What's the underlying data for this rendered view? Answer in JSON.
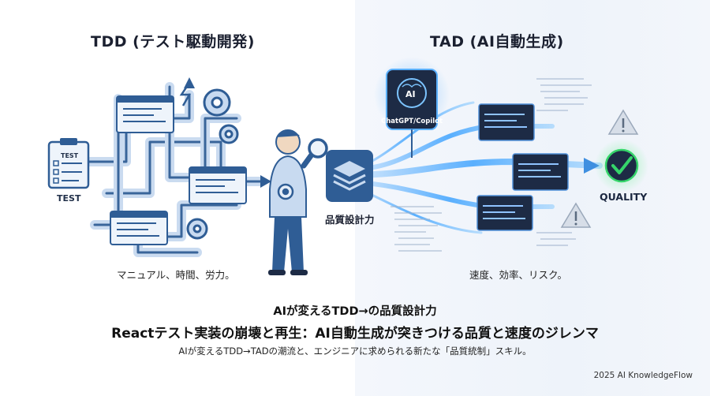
{
  "left": {
    "heading": "TDD (テスト駆動開発)",
    "caption": "マニュアル、時間、労力。",
    "checklist_label": "TEST",
    "checklist_badge": "TEST"
  },
  "right": {
    "heading": "TAD  (AI自動生成)",
    "caption": "速度、効率、リスク。",
    "chip_text": "AI",
    "chip_label": "ChatGPT/Copilot",
    "quality_label": "QUALITY"
  },
  "center": {
    "skill_label": "品質設計力"
  },
  "footer": {
    "line1": "AIが変えるTDD→の品質設計力",
    "line2": "Reactテスト実装の崩壊と再生：AI自動生成が突きつける品質と速度のジレンマ",
    "line3": "AIが変えるTDD→TADの潮流と、エンジニアに求められる新たな「品質統制」スキル。",
    "brand": "2025 AI KnowledgeFlow"
  },
  "colors": {
    "primary": "#2f5d95",
    "light": "#c8daf0",
    "dark_panel": "#1d2b45",
    "glow": "#3fa3ff",
    "check_green": "#35d56a"
  }
}
